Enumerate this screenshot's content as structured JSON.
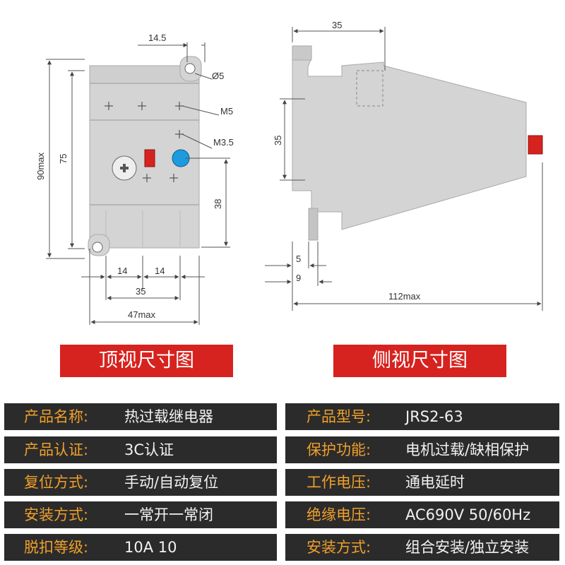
{
  "top_view": {
    "dims": {
      "d_14_5": "14.5",
      "d_hole": "Ø5",
      "d_m5": "M5",
      "d_m35": "M3.5",
      "d_90max": "90max",
      "d_75": "75",
      "d_38": "38",
      "d_14a": "14",
      "d_14b": "14",
      "d_35": "35",
      "d_47max": "47max"
    },
    "button": "顶视尺寸图"
  },
  "side_view": {
    "dims": {
      "d_35_top": "35",
      "d_35_side": "35",
      "d_5": "5",
      "d_9": "9",
      "d_112max": "112max"
    },
    "button": "侧视尺寸图"
  },
  "specs": [
    {
      "label": "产品名称:",
      "value": "热过载继电器"
    },
    {
      "label": "产品型号:",
      "value": "JRS2-63"
    },
    {
      "label": "产品认证:",
      "value": "3C认证"
    },
    {
      "label": "保护功能:",
      "value": "电机过载/缺相保护"
    },
    {
      "label": "复位方式:",
      "value": "手动/自动复位"
    },
    {
      "label": "工作电压:",
      "value": "通电延时"
    },
    {
      "label": "安装方式:",
      "value": "一常开一常闭"
    },
    {
      "label": "绝缘电压:",
      "value": "AC690V  50/60Hz"
    },
    {
      "label": "脱扣等级:",
      "value": "10A 10"
    },
    {
      "label": "安装方式:",
      "value": "组合安装/独立安装"
    }
  ],
  "colors": {
    "accent_red": "#d7231f",
    "label_orange": "#f0a02a",
    "cell_dark": "#2b2b2b",
    "body_gray": "#d4d4d4",
    "button_blue": "#1e9be0"
  }
}
